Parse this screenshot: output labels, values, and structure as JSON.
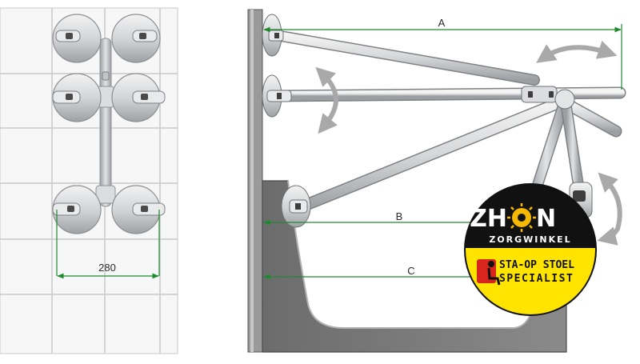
{
  "front_view": {
    "width_dimension": "280"
  },
  "side_view": {
    "dimension_a": "A",
    "dimension_b": "B",
    "dimension_c": "C"
  },
  "badge": {
    "brand_left": "ZH",
    "brand_right": "N",
    "subtitle": "ZORGWINKEL",
    "tagline_line1": "STA-OP STOEL",
    "tagline_line2": "SPECIALIST",
    "colors": {
      "top": "#111111",
      "bottom": "#ffe400",
      "accent": "#f5b800"
    }
  },
  "colors": {
    "dimension_line": "#1e8a2e",
    "tile_grid": "#c9c9c9",
    "wall": "#8f8f8f",
    "tub": "#7a7a7a",
    "rail": "#d9dadc",
    "arrow": "#a9a9a9"
  }
}
